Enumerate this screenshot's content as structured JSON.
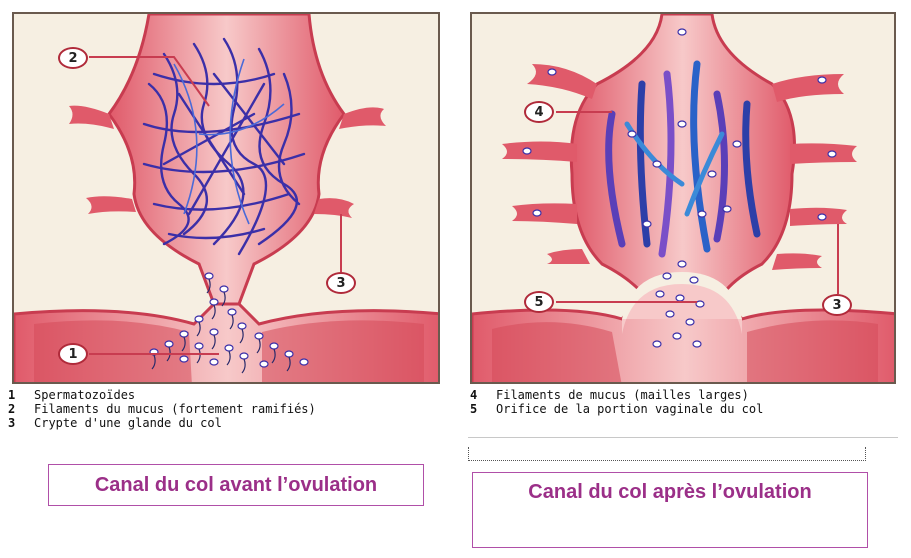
{
  "left_panel": {
    "callouts": [
      "2",
      "3",
      "1"
    ]
  },
  "right_panel": {
    "callouts": [
      "4",
      "5",
      "3"
    ]
  },
  "legend_left": [
    {
      "num": "1",
      "text": "Spermatozoïdes"
    },
    {
      "num": "2",
      "text": "Filaments du mucus (fortement ramifiés)"
    },
    {
      "num": "3",
      "text": "Crypte d'une glande du col"
    }
  ],
  "legend_right": [
    {
      "num": "4",
      "text": "Filaments de mucus (mailles larges)"
    },
    {
      "num": "5",
      "text": "Orifice de la portion vaginale du col"
    }
  ],
  "captions": {
    "left": "Canal du col avant l’ovulation",
    "right": "Canal du col après l’ovulation"
  },
  "colors": {
    "tissue": "#d94a5e",
    "tissue_light": "#f3b9bd",
    "canal": "#f0c8c4",
    "mucus": "#3b2fa8",
    "mucus_alt": "#2255c8",
    "callout_border": "#b02a3a",
    "caption_text": "#9b2f88"
  }
}
